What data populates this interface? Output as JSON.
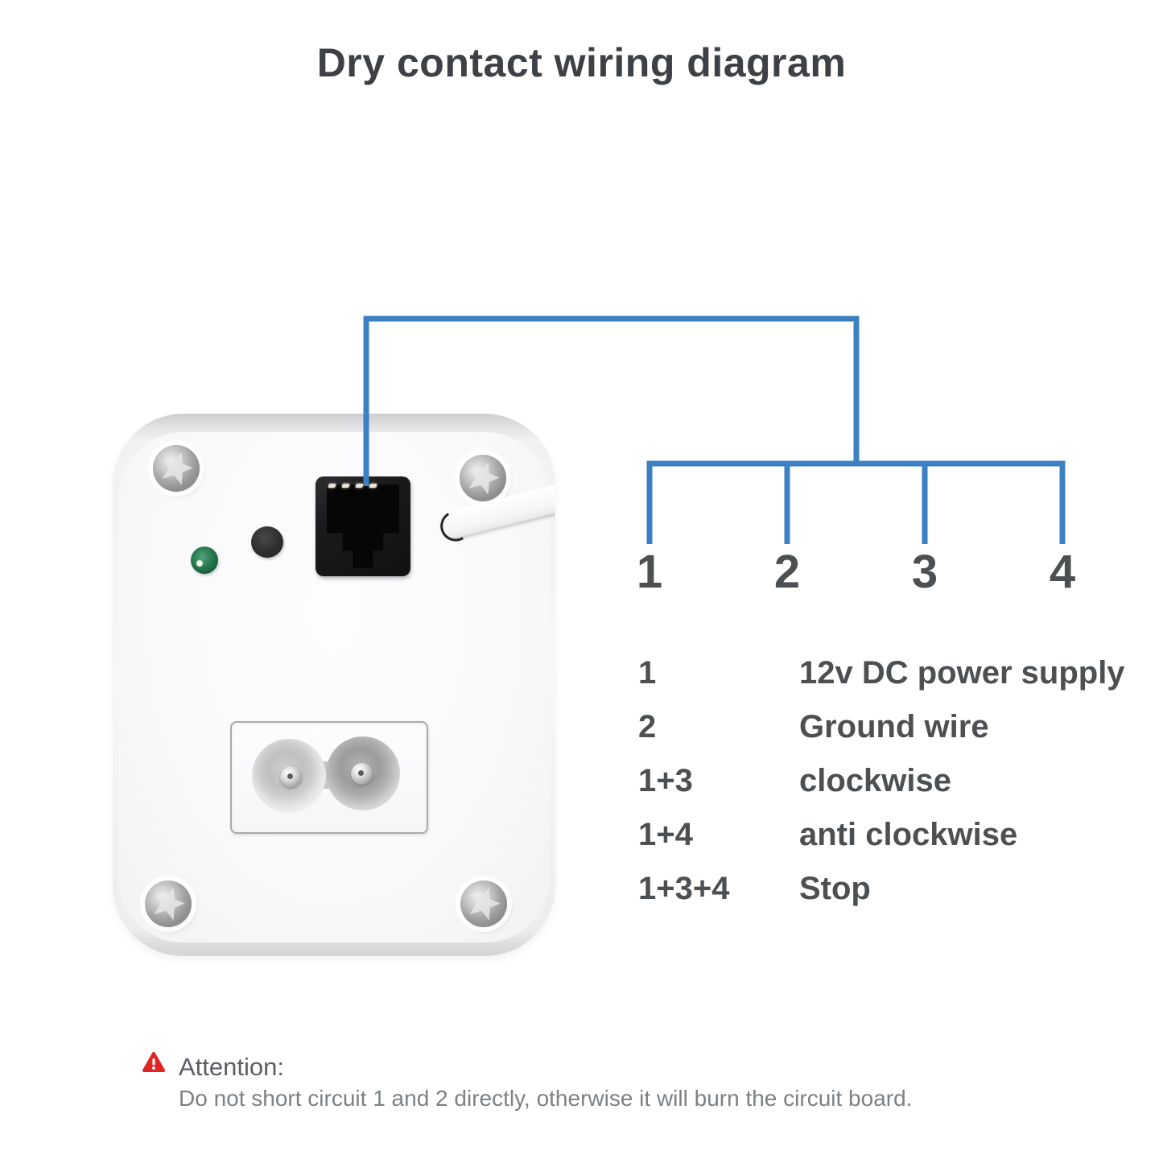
{
  "title": "Dry contact wiring diagram",
  "wiring": {
    "line_color": "#3b80c2",
    "terminals": [
      "1",
      "2",
      "3",
      "4"
    ],
    "legend": [
      {
        "key": "1",
        "value": "12v DC power supply"
      },
      {
        "key": "2",
        "value": "Ground wire"
      },
      {
        "key": "1+3",
        "value": "clockwise"
      },
      {
        "key": "1+4",
        "value": "anti clockwise"
      },
      {
        "key": "1+3+4",
        "value": "Stop"
      }
    ]
  },
  "attention": {
    "icon_color": "#e02524",
    "heading": "Attention:",
    "body": "Do not short circuit 1 and 2 directly, otherwise it will burn the circuit board."
  },
  "device": {
    "parts": [
      "status-led",
      "pair-button",
      "rj11-port",
      "antenna-cable",
      "power-inlet",
      "mounting-screws"
    ]
  }
}
